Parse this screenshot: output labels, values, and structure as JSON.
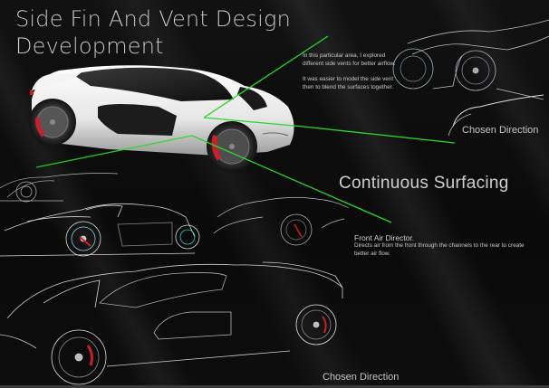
{
  "page": {
    "title_lines": [
      "Side Fin And Vent Design",
      "Development"
    ],
    "section_heading": "Continuous Surfacing",
    "chosen_direction_top": "Chosen Direction",
    "chosen_direction_bottom": "Chosen Direction"
  },
  "notes": {
    "side_vent": {
      "paragraphs": [
        "In this particular area, I explored different side vents for better airflow.",
        "It was easier to model the side vent then to blend the surfaces together."
      ]
    },
    "front_air_director": {
      "heading": "Front Air Director.",
      "body": "Directs air from the front through the channels to the rear to create better air flow."
    }
  },
  "images": {
    "hero_render": "white-concept-car-render",
    "sketch_top_right": "wheel-arch-sketch-chosen-direction",
    "sketch_left_small": "side-profile-sketch",
    "sketch_left_medium": "front-three-quarter-sketch",
    "sketch_center": "front-fender-sketch",
    "sketch_bottom": "full-car-line-render-chosen-direction"
  },
  "colors": {
    "callout_line": "#2bd52b",
    "background": "#0c0c0c",
    "text": "#d0d0d0",
    "brake_caliper": "#c8202a",
    "rim_accent": "#3ec9d0"
  }
}
